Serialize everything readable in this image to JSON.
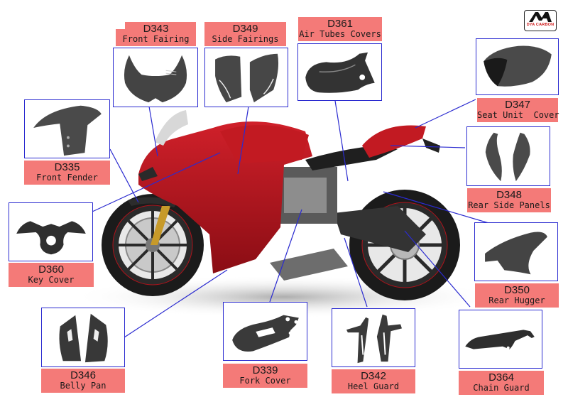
{
  "logo": {
    "brand_text": "DYA CARBON",
    "icon": "dya-logo-icon"
  },
  "colors": {
    "label_bg": "#f47a78",
    "box_border": "#2b2bd0",
    "leader_line": "#2b2bd0",
    "bike_red": "#b0121a",
    "carbon": "#3a3a3c"
  },
  "parts": [
    {
      "code": "D343",
      "name": "Front Fairing"
    },
    {
      "code": "D349",
      "name": "Side Fairings"
    },
    {
      "code": "D361",
      "name": "Air Tubes Covers"
    },
    {
      "code": "D347",
      "name": "Seat Unit  Cover"
    },
    {
      "code": "D335",
      "name": "Front Fender"
    },
    {
      "code": "D348",
      "name": "Rear Side Panels"
    },
    {
      "code": "D360",
      "name": "Key Cover"
    },
    {
      "code": "D350",
      "name": "Rear Hugger"
    },
    {
      "code": "D346",
      "name": "Belly Pan"
    },
    {
      "code": "D339",
      "name": "Fork Cover"
    },
    {
      "code": "D342",
      "name": "Heel Guard"
    },
    {
      "code": "D364",
      "name": "Chain Guard"
    }
  ]
}
